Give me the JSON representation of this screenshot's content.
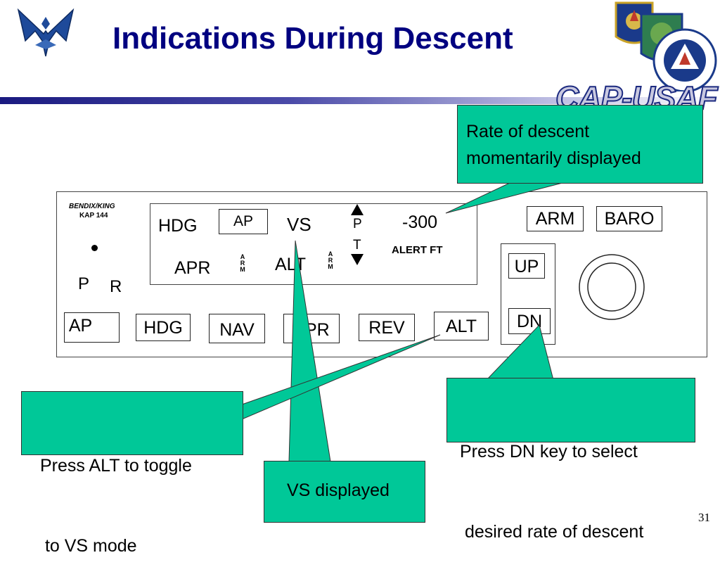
{
  "slide": {
    "title": "Indications During Descent",
    "brand": "CAP-USAF",
    "page_number": "31"
  },
  "panel": {
    "brand_line1": "BENDIX/KING",
    "brand_line2": "KAP 144",
    "p_label": "P",
    "r_label": "R",
    "display": {
      "hdg": "HDG",
      "ap": "AP",
      "vs": "VS",
      "pt_p": "P",
      "pt_t": "T",
      "rate": "-300",
      "alert_ft": "ALERT FT",
      "apr": "APR",
      "alt": "ALT",
      "arm_glyphs": [
        "A",
        "R",
        "M"
      ]
    },
    "buttons": [
      "AP",
      "HDG",
      "NAV",
      "APR",
      "REV",
      "ALT"
    ],
    "arm": "ARM",
    "baro": "BARO",
    "up": "UP",
    "dn": "DN"
  },
  "callouts": {
    "rate_of_descent": [
      "Rate of descent",
      "momentarily displayed"
    ],
    "press_alt": [
      "Press ALT to toggle",
      " to VS mode"
    ],
    "press_dn": [
      "Press DN key to select",
      " desired rate of descent"
    ],
    "vs_displayed": "VS displayed"
  },
  "colors": {
    "title": "#000080",
    "callout_fill": "#00c898",
    "title_bar_start": "#1a1a80"
  }
}
